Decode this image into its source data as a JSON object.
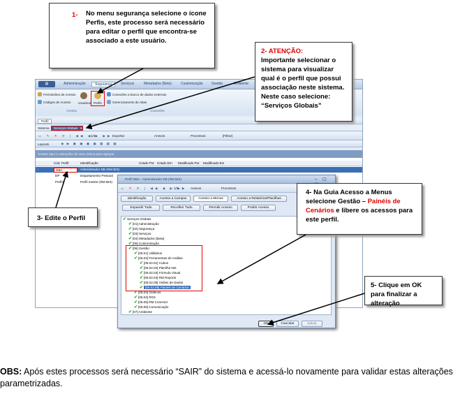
{
  "callouts": {
    "step1": {
      "num": "1-",
      "text": "No menu segurança selecione o ícone Perfis, este processo será necessário para editar o perfil que encontra-se associado a este usuário."
    },
    "step2": {
      "title": "2- ATENÇÃO:",
      "text": "Importante selecionar o sistema para visualizar qual é o perfil que possui associação neste sistema. Neste caso selecione: “Serviços Globais”"
    },
    "step3": {
      "text": "3- Edite o Perfil"
    },
    "step4": {
      "prefix": "4- Na Guia Acesso a Menus selecione Gestão – ",
      "highlight": "Painéis de Cenários",
      "suffix": " e libere os acessos para este perfil."
    },
    "step5": {
      "text": "5- Clique em OK para finalizar a alteração"
    }
  },
  "app": {
    "menu_tabs": [
      "Administração",
      "Segurança",
      "Serviços",
      "Metadados (Beta)",
      "Customização",
      "Gestão",
      "Ambiente"
    ],
    "ribbon": {
      "items": [
        "Permissões de Acesso",
        "Códigos de Acesso",
        "Usuários",
        "Perfis",
        "Conexões a banco de dados externas",
        "Gerenciamento de Abas"
      ],
      "group_label": "Acesso",
      "group_label2": "Conexões"
    },
    "doc_tab": "Perfil",
    "system_label": "Sistema",
    "system_value": "Serviços Globais",
    "toolbar": {
      "page": "1/3",
      "export": "Exportar",
      "attachments": "Anexos",
      "processes": "Processos",
      "filter": "[Filtrar]"
    },
    "layout_label": "Layouts",
    "group_hint": "Arraste aqui o cabeçalho de uma coluna para agrupar",
    "columns": [
      "Cód. Perfil",
      "Identificação",
      "Criado Por",
      "Criado Em",
      "Modificado Por",
      "Modificado Em"
    ],
    "rows": [
      {
        "code": "DBA",
        "name": "Administrador DB (RM BIS)"
      },
      {
        "code": "DP",
        "name": "Departamento Pessoal"
      },
      {
        "code": "Perfil1",
        "name": "Perfil mestre (RM BIS)"
      }
    ]
  },
  "dialog": {
    "title": "Perfil DBA - Administrador DB (RM BIS)",
    "page": "1/3",
    "attachments": "Anexos",
    "processes": "Processos",
    "tabs": [
      "Identificação",
      "Acesso a Campos",
      "Acesso a Menus",
      "Acesso a Relatórios/Planilhas"
    ],
    "actions": [
      "Expandir Tudo",
      "Recolher Tudo",
      "Permitir Acesso",
      "Proibir Acesso"
    ],
    "tree": [
      "Serviços Globais",
      "[01] Administração",
      "[02] Segurança",
      "[03] Serviços",
      "[04] Metadados (Beta)",
      "[05] Customização",
      "[06] Gestão",
      "[06.01] Utilitários",
      "[06.02] Ferramentas de Análise",
      "[06.02.01] Cubos",
      "[06.02.02] Planilha Net",
      "[06.02.03] Fórmula Visual",
      "[06.02.04] RM Reports",
      "[06.02.05] Visões de Dados",
      "[06.02.06] Painéis de Cenários",
      "[06.03] Gráficos",
      "[06.04] RSS",
      "[06.05] RM Conector",
      "[06.06] Comunicação",
      "[07] Ambiente"
    ],
    "buttons": {
      "ok": "OK",
      "cancel": "Cancelar",
      "save": "Salvar"
    }
  },
  "obs": {
    "label": "OBS:",
    "text": " Após estes processos será necessário “SAIR” do sistema e acessá-lo novamente para validar estas alterações parametrizadas."
  },
  "colors": {
    "accent_red": "#e00000",
    "ribbon_blue": "#d6e3f2",
    "selection_blue": "#3a6fb5"
  }
}
